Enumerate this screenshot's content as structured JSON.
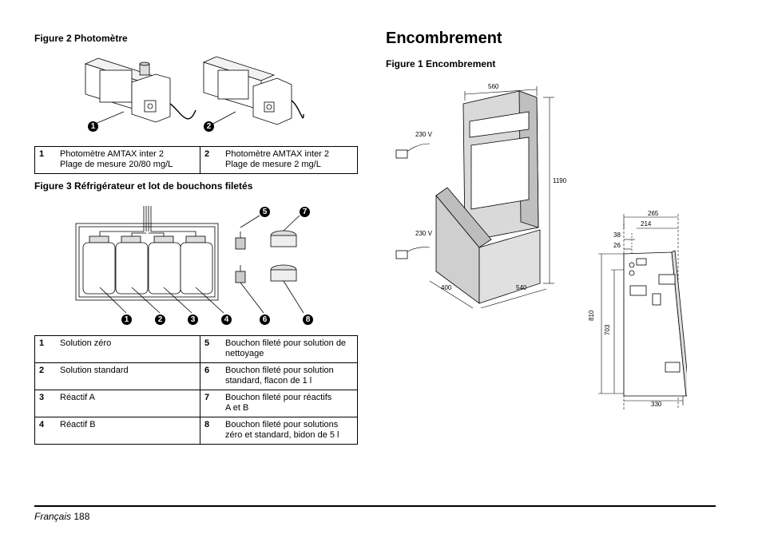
{
  "left": {
    "fig2": {
      "caption": "Figure 2 Photomètre",
      "callouts": [
        "1",
        "2"
      ],
      "legend": [
        {
          "num": "1",
          "text": "Photomètre AMTAX inter 2\nPlage de mesure 20/80 mg/L"
        },
        {
          "num": "2",
          "text": "Photomètre AMTAX inter 2\nPlage de mesure 2 mg/L"
        }
      ]
    },
    "fig3": {
      "caption": "Figure 3 Réfrigérateur et lot de bouchons filetés",
      "callouts": [
        "1",
        "2",
        "3",
        "4",
        "5",
        "6",
        "7",
        "8"
      ],
      "legend": [
        {
          "num": "1",
          "text": "Solution zéro"
        },
        {
          "num": "5",
          "text": "Bouchon fileté pour solution de nettoyage"
        },
        {
          "num": "2",
          "text": "Solution standard"
        },
        {
          "num": "6",
          "text": "Bouchon fileté pour solution standard, flacon de 1 l"
        },
        {
          "num": "3",
          "text": "Réactif A"
        },
        {
          "num": "7",
          "text": "Bouchon fileté pour réactifs\nA et B"
        },
        {
          "num": "4",
          "text": "Réactif B"
        },
        {
          "num": "8",
          "text": "Bouchon fileté pour solutions zéro et standard, bidon de 5 l"
        }
      ]
    }
  },
  "right": {
    "title": "Encombrement",
    "fig1": {
      "caption": "Figure 1 Encombrement",
      "dims": {
        "d560": "560",
        "d1190": "1190",
        "d400": "400",
        "d540": "540",
        "v1": "230 V",
        "v2": "230 V",
        "d265": "265",
        "d214": "214",
        "d38": "38",
        "d26": "26",
        "d810": "810",
        "d703": "703",
        "d330": "330"
      }
    }
  },
  "footer": {
    "language": "Français",
    "page": "188"
  }
}
